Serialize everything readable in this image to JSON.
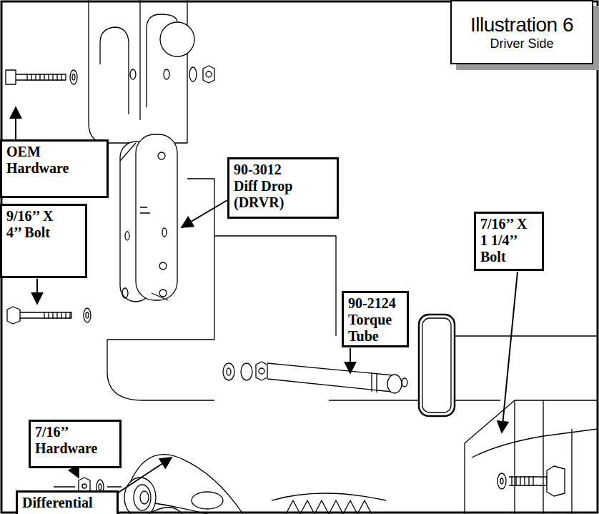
{
  "diagram": {
    "nodes": [
      {
        "text": [
          "Illustration 6",
          "Driver Side"
        ]
      },
      {
        "text": [
          "OEM Hardware"
        ]
      },
      {
        "text": [
          "90-3012 Diff Drop (DRVR)"
        ]
      },
      {
        "text": [
          "9/16’’ X 4’’ Bolt"
        ]
      },
      {
        "text": [
          "7/16’’ X 1 1/4’’ Bolt"
        ]
      },
      {
        "text": [
          "90-2124 Torque Tube"
        ]
      },
      {
        "text": [
          "7/16’’ Hardware"
        ]
      },
      {
        "text": [
          "Differential"
        ]
      }
    ]
  }
}
